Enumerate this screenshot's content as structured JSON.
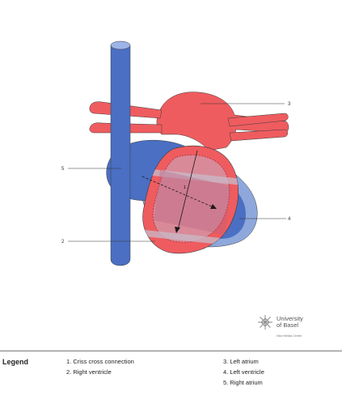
{
  "diagram": {
    "labels": [
      "1",
      "2",
      "3",
      "4",
      "5"
    ],
    "colors": {
      "oxygenated": "#ef5c5f",
      "deoxygenated": "#4a6fc3",
      "vein_light": "#8ea8dc",
      "vein_top": "#9db4e6",
      "overlay": "#b85e82",
      "outline": "#3a3a3a"
    }
  },
  "logo": {
    "line1": "University",
    "line2": "of Basel",
    "sub": "New Media Center",
    "icon": "basel-star-icon"
  },
  "legend": {
    "heading": "Legend",
    "items": [
      "1. Criss cross connection",
      "2. Right ventricle",
      "3. Left atrium",
      "4. Left ventricle",
      "5. Right atrium"
    ]
  }
}
